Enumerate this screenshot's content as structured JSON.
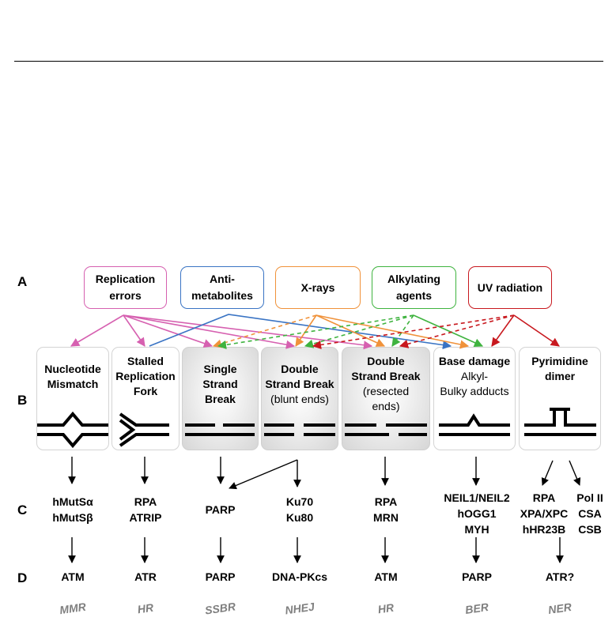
{
  "row_labels": {
    "a": "A",
    "b": "B",
    "c": "C",
    "d": "D"
  },
  "causes": {
    "replication": {
      "line1": "Replication",
      "line2": "errors",
      "color": "#d660b0"
    },
    "antimetabolites": {
      "line1": "Anti-",
      "line2": "metabolites",
      "color": "#3a74c4"
    },
    "xrays": {
      "line1": "X-rays",
      "color": "#f0923a"
    },
    "alkylating": {
      "line1": "Alkylating",
      "line2": "agents",
      "color": "#3fb33f"
    },
    "uv": {
      "line1": "UV radiation",
      "color": "#c8181e"
    }
  },
  "lesions": {
    "mismatch": {
      "line1": "Nucleotide",
      "line2": "Mismatch"
    },
    "fork": {
      "line1": "Stalled",
      "line2": "Replication",
      "line3": "Fork"
    },
    "ssb": {
      "line1": "Single",
      "line2": "Strand",
      "line3": "Break"
    },
    "dsb_blunt": {
      "line1": "Double",
      "line2": "Strand Break",
      "line3": "(blunt ends)"
    },
    "dsb_resected": {
      "line1": "Double",
      "line2": "Strand Break",
      "line3": "(resected",
      "line4": "ends)"
    },
    "base": {
      "line1": "Base damage",
      "line2": "Alkyl-",
      "line3": "Bulky adducts"
    },
    "pyrimidine": {
      "line1": "Pyrimidine",
      "line2": "dimer"
    }
  },
  "sensors": {
    "mmr": {
      "line1": "hMutSα",
      "line2": "hMutSβ"
    },
    "hr_fork": {
      "line1": "RPA",
      "line2": "ATRIP"
    },
    "ssbr": {
      "line1": "PARP"
    },
    "nhej": {
      "line1": "Ku70",
      "line2": "Ku80"
    },
    "hr_resected": {
      "line1": "RPA",
      "line2": "MRN"
    },
    "ber": {
      "line1": "NEIL1/NEIL2",
      "line2": "hOGG1",
      "line3": "MYH"
    },
    "ner_gg": {
      "line1": "RPA",
      "line2": "XPA/XPC",
      "line3": "hHR23B"
    },
    "ner_tc": {
      "line1": "Pol II",
      "line2": "CSA",
      "line3": "CSB"
    }
  },
  "kinases": {
    "mmr": "ATM",
    "hr_fork": "ATR",
    "ssbr": "PARP",
    "nhej": "DNA-PKcs",
    "hr_resected": "ATM",
    "ber": "PARP",
    "ner": "ATR?"
  },
  "pathways": {
    "mmr": "MMR",
    "hr_fork": "HR",
    "ssbr": "SSBR",
    "nhej": "NHEJ",
    "hr_resected": "HR",
    "ber": "BER",
    "ner": "NER"
  }
}
